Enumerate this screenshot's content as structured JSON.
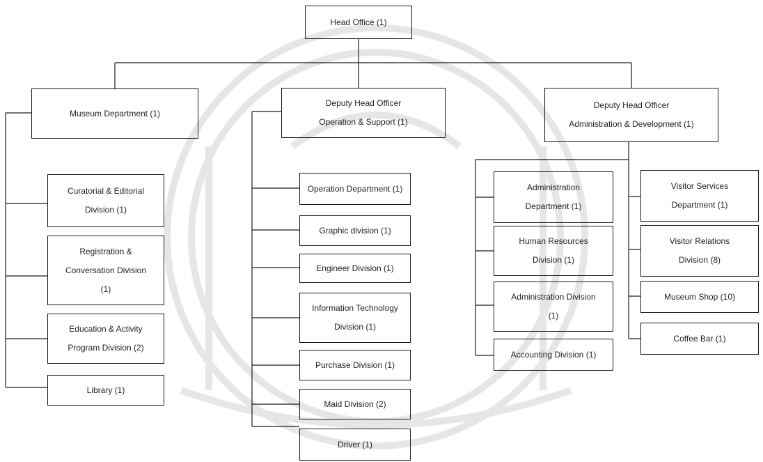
{
  "head": "Head Office (1)",
  "museum": "Museum Department (1)",
  "deputy_ops": {
    "line1": "Deputy Head Officer",
    "line2": "Operation & Support (1)"
  },
  "deputy_admin": {
    "line1": "Deputy Head Officer",
    "line2": "Administration & Development (1)"
  },
  "museum_units": {
    "curatorial": {
      "line1": "Curatorial & Editorial",
      "line2": "Division (1)"
    },
    "registration": {
      "line1": "Registration &",
      "line2": "Conversation Division",
      "line3": "(1)"
    },
    "education": {
      "line1": "Education & Activity",
      "line2": "Program Division (2)"
    },
    "library": "Library (1)"
  },
  "ops_units": {
    "operation": "Operation Department (1)",
    "graphic": "Graphic division (1)",
    "engineer": "Engineer Division (1)",
    "it": {
      "line1": "Information Technology",
      "line2": "Division (1)"
    },
    "purchase": "Purchase Division (1)",
    "maid": "Maid Division (2)",
    "driver": "Driver (1)"
  },
  "admin_units": {
    "administration_dept": {
      "line1": "Administration",
      "line2": "Department (1)"
    },
    "hr": {
      "line1": "Human Resources",
      "line2": "Division (1)"
    },
    "administration_div": {
      "line1": "Administration Division",
      "line2": "(1)"
    },
    "accounting": "Accounting Division (1)"
  },
  "visitor_units": {
    "services": {
      "line1": "Visitor Services",
      "line2": "Department (1)"
    },
    "relations": {
      "line1": "Visitor Relations",
      "line2": "Division (8)"
    },
    "shop": "Museum Shop (10)",
    "coffee": "Coffee Bar (1)"
  },
  "colors": {
    "line": "#1a1a1a",
    "watermark": "#e4e4e4"
  }
}
